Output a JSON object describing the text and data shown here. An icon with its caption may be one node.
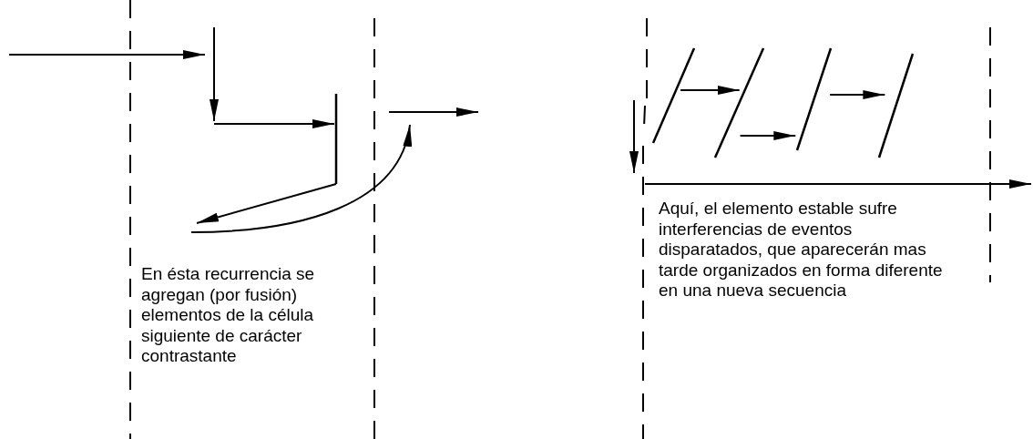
{
  "diagram": {
    "nodes": [
      {
        "text": [],
        "shape": "bar"
      },
      {
        "text": [],
        "shape": "bar"
      },
      {
        "text": [],
        "shape": "bar"
      },
      {
        "text": [],
        "shape": "bar"
      },
      {
        "text": [],
        "shape": "bar"
      }
    ],
    "edges": [
      {
        "from": null,
        "to": 0,
        "arrow": "to"
      },
      {
        "from": 0,
        "to": null,
        "arrow": "to"
      },
      {
        "from": 1,
        "to": 2,
        "arrow": "to"
      },
      {
        "from": 2,
        "to": 3,
        "arrow": "to"
      },
      {
        "from": 3,
        "to": 4,
        "arrow": "to"
      }
    ],
    "labels": [
      "En ésta recurrencia se agregan (por fusión) elementos de la célula siguiente de carácter contrastante",
      "Aquí, el elemento estable sufre interferencias de eventos disparatados, que aparecerán mas tarde organizados en forma diferente en una nueva secuencia"
    ]
  }
}
